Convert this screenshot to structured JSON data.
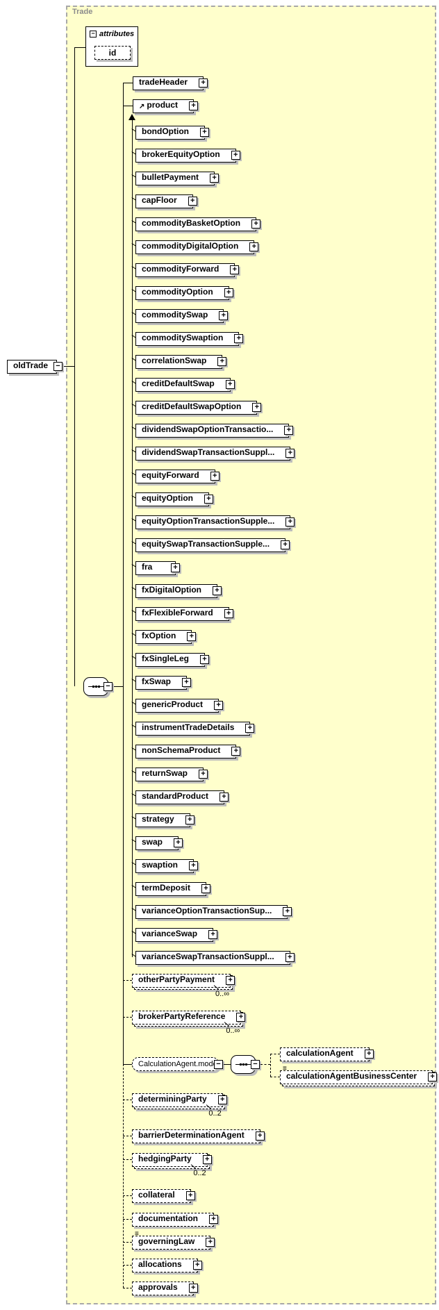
{
  "icons": {
    "expand": "+",
    "collapse": "−",
    "reference": "↗",
    "annotation": "≡",
    "sequence": "sequence-compositor"
  },
  "colors": {
    "container_bg": "#FFFFCC",
    "container_border": "#A8A8A8",
    "container_label": "#8C8C8C",
    "node_bg": "#FFFFFF",
    "node_border": "#000000",
    "shadow": "#BDBDBD",
    "text": "#000000"
  },
  "diagram": {
    "container_label": "Trade",
    "root_element": {
      "label": "oldTrade"
    },
    "attributes_block": {
      "title": "attributes",
      "attributes": [
        {
          "label": "id"
        }
      ]
    },
    "sequence": {
      "children_top": [
        {
          "label": "tradeHeader"
        },
        {
          "label": "product",
          "reference": true
        }
      ],
      "product_substitutions": [
        "bondOption",
        "brokerEquityOption",
        "bulletPayment",
        "capFloor",
        "commodityBasketOption",
        "commodityDigitalOption",
        "commodityForward",
        "commodityOption",
        "commoditySwap",
        "commoditySwaption",
        "correlationSwap",
        "creditDefaultSwap",
        "creditDefaultSwapOption",
        "dividendSwapOptionTransactio...",
        "dividendSwapTransactionSuppl...",
        "equityForward",
        "equityOption",
        "equityOptionTransactionSupple...",
        "equitySwapTransactionSupple...",
        "fra",
        "fxDigitalOption",
        "fxFlexibleForward",
        "fxOption",
        "fxSingleLeg",
        "fxSwap",
        "genericProduct",
        "instrumentTradeDetails",
        "nonSchemaProduct",
        "returnSwap",
        "standardProduct",
        "strategy",
        "swap",
        "swaption",
        "termDeposit",
        "varianceOptionTransactionSup...",
        "varianceSwap",
        "varianceSwapTransactionSuppl..."
      ],
      "children_bottom": [
        {
          "label": "otherPartyPayment",
          "occurs": "0..∞",
          "optional": true,
          "multiple": true
        },
        {
          "label": "brokerPartyReference",
          "occurs": "0..∞",
          "optional": true,
          "multiple": true
        },
        {
          "label": "CalculationAgent.model",
          "group": true,
          "children": [
            {
              "label": "calculationAgent",
              "optional": true
            },
            {
              "label": "calculationAgentBusinessCenter",
              "optional": true,
              "multiple": true,
              "annotated": true
            }
          ]
        },
        {
          "label": "determiningParty",
          "occurs": "0..2",
          "optional": true,
          "multiple": true
        },
        {
          "label": "barrierDeterminationAgent",
          "optional": true
        },
        {
          "label": "hedgingParty",
          "occurs": "0..2",
          "optional": true,
          "multiple": true
        },
        {
          "label": "collateral",
          "optional": true
        },
        {
          "label": "documentation",
          "optional": true
        },
        {
          "label": "governingLaw",
          "optional": true,
          "annotated": true
        },
        {
          "label": "allocations",
          "optional": true
        },
        {
          "label": "approvals",
          "optional": true
        }
      ]
    }
  }
}
